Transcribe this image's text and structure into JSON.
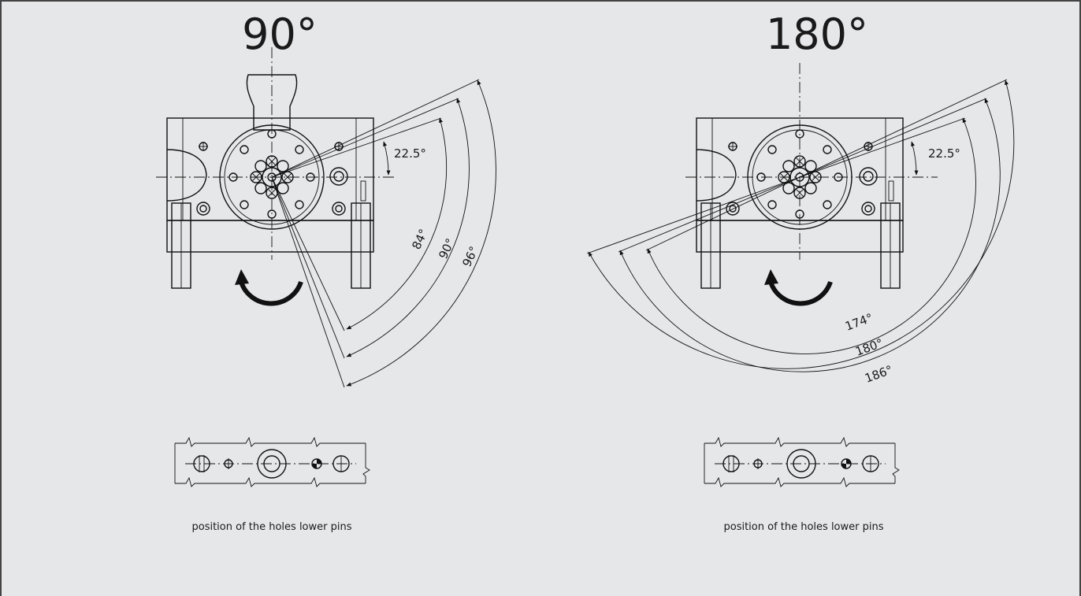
{
  "panels": [
    {
      "title": "90°",
      "angles": {
        "top": "22.5°",
        "a1": "84°",
        "a2": "90°",
        "a3": "96°"
      },
      "caption": "position of the holes lower pins"
    },
    {
      "title": "180°",
      "angles": {
        "top": "22.5°",
        "a1": "174°",
        "a2": "180°",
        "a3": "186°"
      },
      "caption": "position of the holes lower pins"
    }
  ],
  "colors": {
    "background": "#e6e7e9",
    "line": "#111111",
    "frame": "#444444"
  }
}
